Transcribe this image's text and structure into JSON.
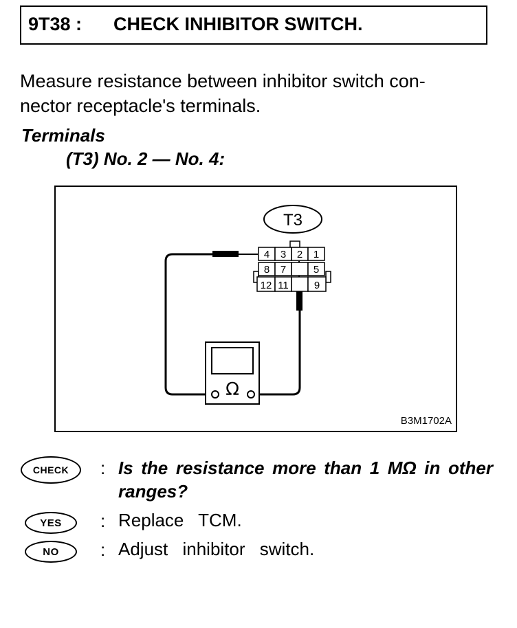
{
  "header": {
    "code": "9T38 :",
    "title": "CHECK INHIBITOR SWITCH."
  },
  "instruction": "Measure resistance between inhibitor switch connector receptacle's terminals.",
  "instruction_lines": [
    "Measure resistance between inhibitor switch con-",
    "nector receptacle's terminals."
  ],
  "terminals": {
    "heading": "Terminals",
    "value": "(T3) No. 2 — No. 4:"
  },
  "figure": {
    "connector_label": "T3",
    "pins_row1": [
      "4",
      "3",
      "2",
      "1"
    ],
    "pins_row2": [
      "8",
      "7",
      "",
      "5"
    ],
    "pins_row3": [
      "12",
      "11",
      "",
      "9"
    ],
    "meter_symbol": "Ω",
    "reference": "B3M1702A"
  },
  "checks": [
    {
      "badge": "CHECK",
      "colon": ":",
      "text": "Is the resistance more than 1 MΩ in other ranges?"
    },
    {
      "badge": "YES",
      "colon": ":",
      "text": "Replace TCM."
    },
    {
      "badge": "NO",
      "colon": ":",
      "text": "Adjust inhibitor switch."
    }
  ]
}
